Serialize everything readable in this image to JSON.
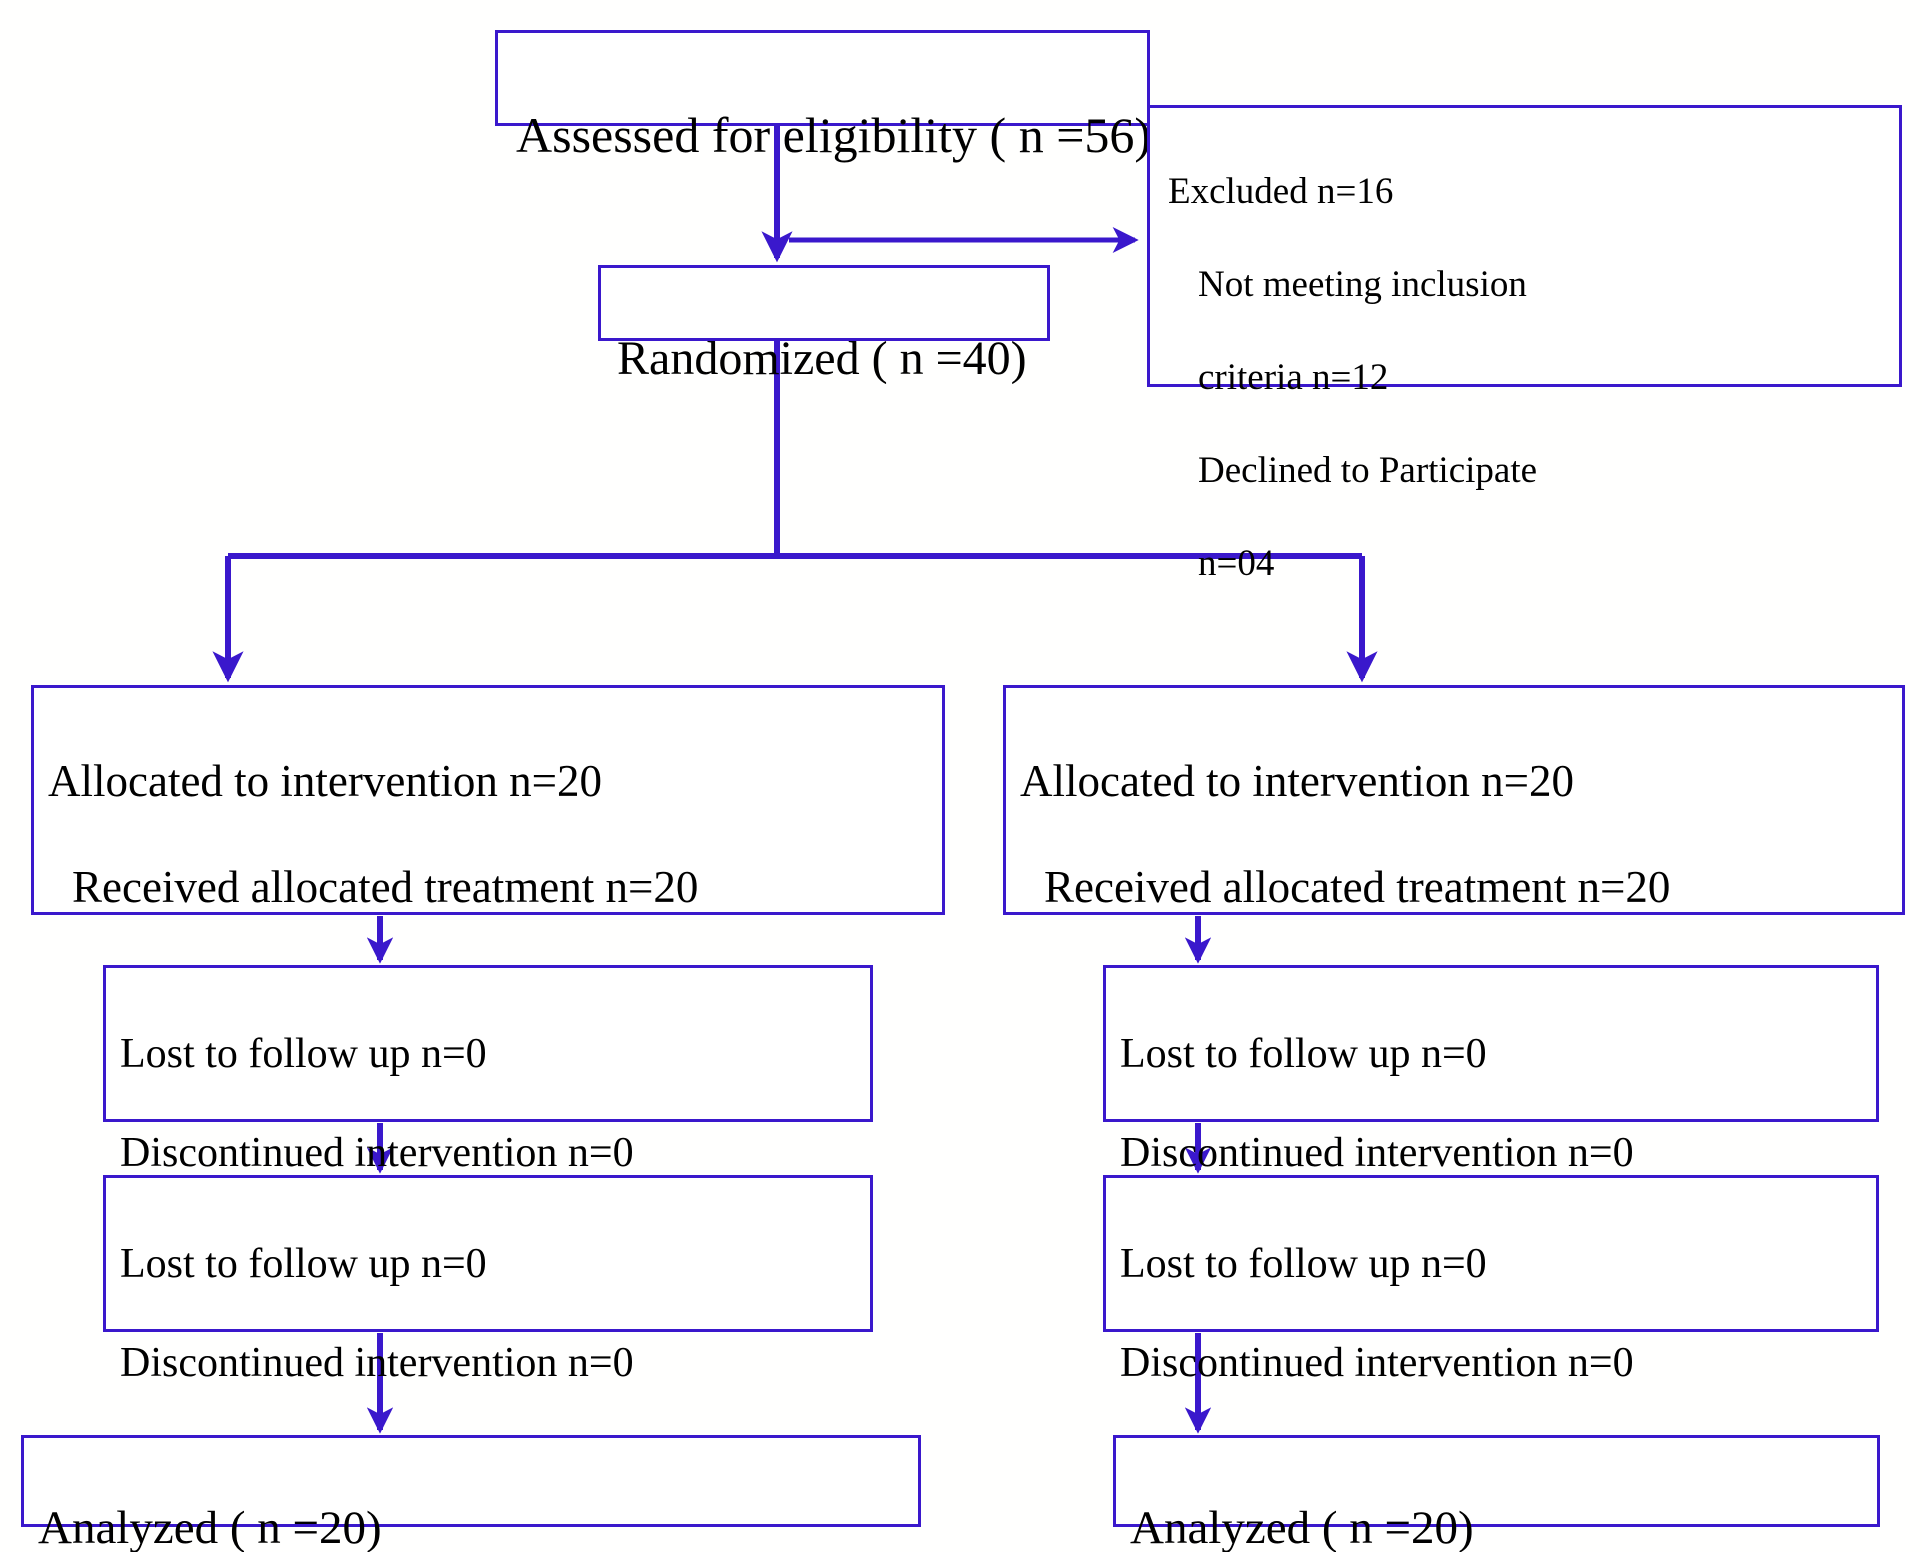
{
  "diagram": {
    "title": "CONSORT participant flow diagram",
    "accent_color": "#3a18cc",
    "text_color": "#000000",
    "background_color": "#ffffff"
  },
  "nodes": {
    "assessed": {
      "label": "Assessed for eligibility ( n =56)",
      "n": 56
    },
    "excluded": {
      "line1": "Excluded n=16",
      "line2": "Not meeting inclusion",
      "line3": "criteria n=12",
      "line4": "Declined to Participate",
      "line5": "n=04",
      "total_n": 16,
      "not_meeting_criteria_n": 12,
      "declined_n": 4
    },
    "randomized": {
      "label": "Randomized ( n =40)",
      "n": 40
    },
    "allocation_left": {
      "line1": "Allocated to intervention n=20",
      "line2": "Received allocated treatment n=20",
      "allocated_n": 20,
      "received_n": 20
    },
    "allocation_right": {
      "line1": "Allocated to intervention n=20",
      "line2": "Received allocated treatment n=20",
      "allocated_n": 20,
      "received_n": 20
    },
    "followup_left_1": {
      "line1": "Lost to follow up n=0",
      "line2": "Discontinued intervention n=0",
      "lost_n": 0,
      "discontinued_n": 0
    },
    "followup_left_2": {
      "line1": "Lost to follow up n=0",
      "line2": "Discontinued intervention n=0",
      "lost_n": 0,
      "discontinued_n": 0
    },
    "followup_right_1": {
      "line1": "Lost to follow up n=0",
      "line2": "Discontinued intervention n=0",
      "lost_n": 0,
      "discontinued_n": 0
    },
    "followup_right_2": {
      "line1": "Lost to follow up n=0",
      "line2": "Discontinued intervention n=0",
      "lost_n": 0,
      "discontinued_n": 0
    },
    "analyzed_left": {
      "label": "Analyzed ( n =20)",
      "n": 20
    },
    "analyzed_right": {
      "label": "Analyzed ( n =20)",
      "n": 20
    }
  },
  "connectors": [
    {
      "name": "assessed-to-randomized",
      "kind": "arrow-down"
    },
    {
      "name": "assessed-to-excluded",
      "kind": "arrow-right"
    },
    {
      "name": "randomized-split",
      "kind": "tee-split"
    },
    {
      "name": "alloc-left-to-followup1",
      "kind": "arrow-down"
    },
    {
      "name": "followup1-to-followup2-left",
      "kind": "arrow-down"
    },
    {
      "name": "followup2-to-analyzed-left",
      "kind": "arrow-down"
    },
    {
      "name": "alloc-right-to-followup1",
      "kind": "arrow-down"
    },
    {
      "name": "followup1-to-followup2-right",
      "kind": "arrow-down"
    },
    {
      "name": "followup2-to-analyzed-right",
      "kind": "arrow-down"
    }
  ]
}
